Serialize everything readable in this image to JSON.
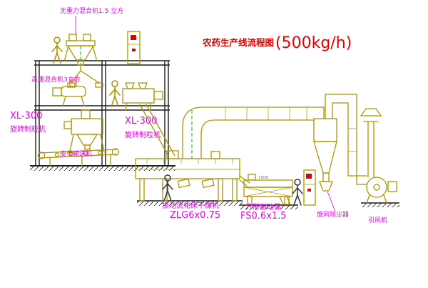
{
  "title": {
    "text": "农药生产线流程图",
    "capacity": "(500kg/h)"
  },
  "labels": {
    "cone_mixer": "无重力混合机1.5 立方",
    "high_speed_mixer": "高速混合机3立方",
    "granulator_left_model": "XL-300",
    "granulator_left_name": "旋转制粒机",
    "granulator_center_model": "XL-300",
    "granulator_center_name": "旋转制粒机",
    "belt_conveyor": "皮带输送机",
    "dryer_name": "振动流化床干燥机",
    "dryer_model": "ZLG6x0.75",
    "sieve_name": "方形振动筛",
    "sieve_model": "FS0.6x1.5",
    "cyclone": "旋风除尘器",
    "fan": "引风机",
    "sieve_dim": "1500"
  },
  "colors": {
    "equipment": "#ad9500",
    "structure": "#1c1c1c",
    "label_magenta": "#e800e8",
    "title_red": "#e80000",
    "centerline_green": "#00a000",
    "alert_red": "#e00000",
    "figure_dark": "#3a3a3a",
    "background": "#ffffff"
  }
}
